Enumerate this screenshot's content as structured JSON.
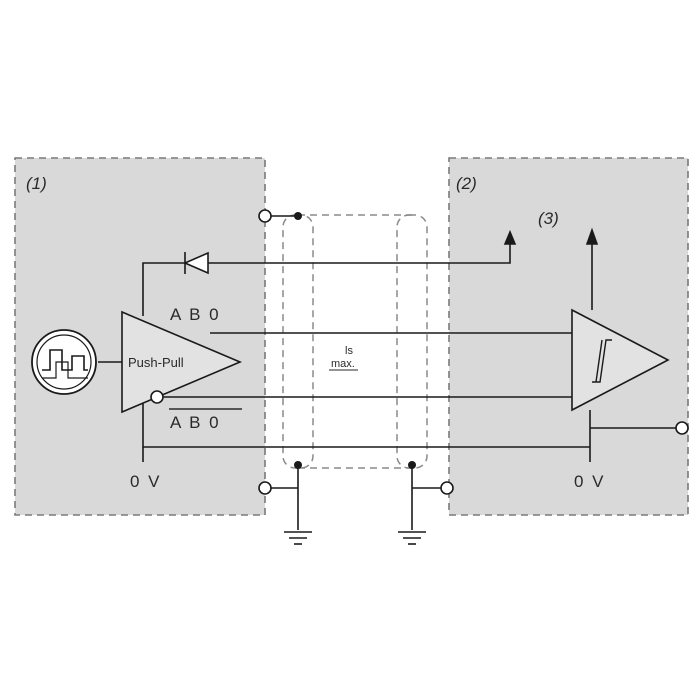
{
  "labels": {
    "module1": "(1)",
    "module2": "(2)",
    "ref3": "(3)",
    "signals_top": "A B 0",
    "signals_bottom": "A B 0",
    "driver": "Push-Pull",
    "length_line1": "ls",
    "length_line2": "max.",
    "zero_v_left": "0 V",
    "zero_v_right": "0 V"
  }
}
